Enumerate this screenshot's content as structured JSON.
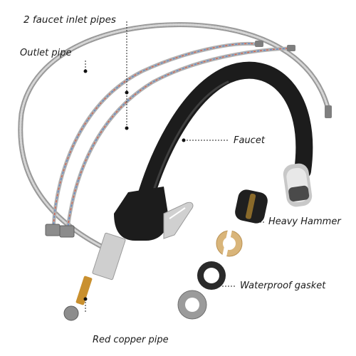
{
  "labels": {
    "inlet_pipes": "2 faucet inlet pipes",
    "outlet_pipe": "Outlet pipe",
    "faucet": "Faucet",
    "heavy_hammer": "Heavy Hammer",
    "waterproof_gasket": "Waterproof gasket",
    "red_copper_pipe": "Red copper pipe"
  },
  "colors": {
    "faucet_body": "#1c1c1c",
    "chrome": "#c9c9c9",
    "braided_hose": "#b9b9b9",
    "gasket_gold": "#d9b57a",
    "copper": "#c9902f"
  }
}
